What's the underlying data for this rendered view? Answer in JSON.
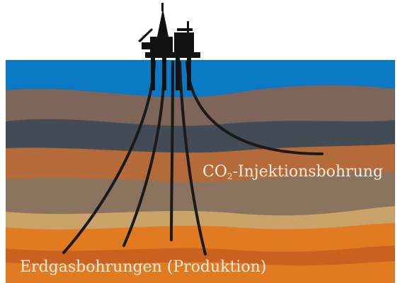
{
  "labels": {
    "injection_well": {
      "prefix": "CO",
      "subscript": "2",
      "suffix": "-Injektionsbohrung"
    },
    "production_wells": "Erdgasbohrungen (Produktion)"
  },
  "colors": {
    "sea": "#0a78c2",
    "layer_brown_light": "#7d6659",
    "layer_dark_slate": "#434c55",
    "layer_rust": "#b56a3a",
    "layer_taupe": "#8a7460",
    "layer_sand": "#c9a36a",
    "layer_orange": "#e07b22",
    "layer_deep_orange": "#c9611f",
    "well_line": "#1a1a1a",
    "label_text": "#f4ede4"
  }
}
